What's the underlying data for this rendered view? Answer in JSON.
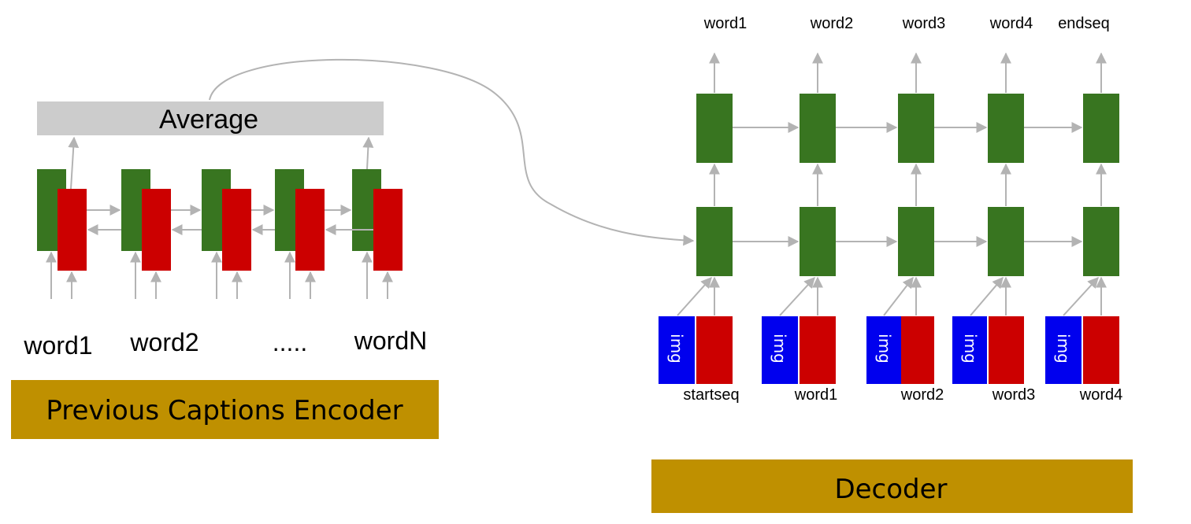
{
  "encoder": {
    "average_label": "Average",
    "inputs": [
      "word1",
      "word2",
      ".....",
      "wordN"
    ],
    "title": "Previous Captions Encoder"
  },
  "decoder": {
    "outputs": [
      "word1",
      "word2",
      "word3",
      "word4",
      "endseq"
    ],
    "inputs": [
      "startseq",
      "word1",
      "word2",
      "word3",
      "word4"
    ],
    "img_label": "img",
    "title": "Decoder"
  },
  "colors": {
    "lstm_green": "#387520",
    "rnn_red": "#cc0000",
    "img_blue": "#0000ee",
    "average_gray": "#cccccc",
    "title_gold": "#bf9000",
    "arrow_gray": "#b3b3b3"
  }
}
